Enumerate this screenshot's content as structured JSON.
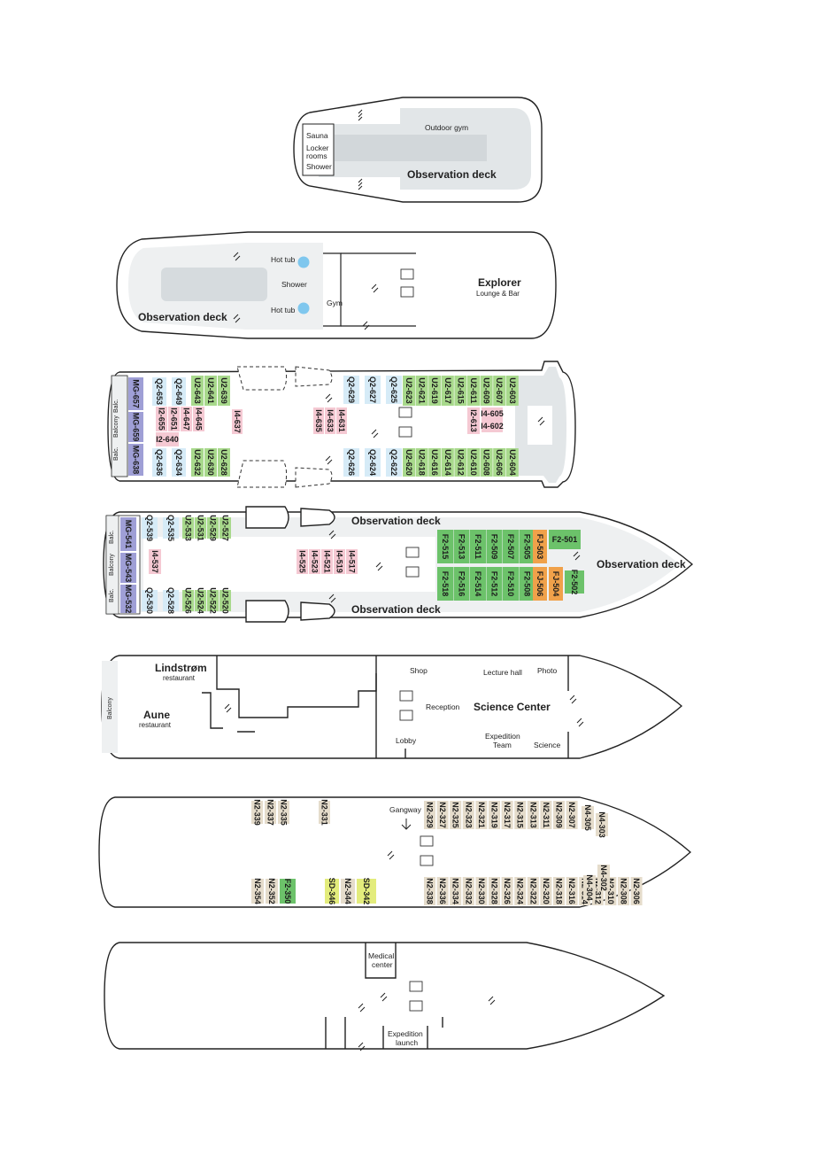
{
  "colors": {
    "deck_grey": "#e2e6e8",
    "cabin_blue_q": "#d6ebf7",
    "cabin_green_u": "#a8d98c",
    "cabin_pink_i": "#f5c9d3",
    "cabin_purple_mg": "#9f9fd6",
    "cabin_green_f": "#6cc26a",
    "cabin_orange_fj": "#f0a14a",
    "cabin_tan_n": "#e5dccb",
    "cabin_yellow_sd": "#e3ec7c",
    "hot_tub": "#7fc7ee"
  },
  "icon_names": [
    "elevator-icon",
    "stairs-icon",
    "hot-tub-icon"
  ],
  "decks": {
    "d1": {
      "sauna": "Sauna",
      "locker1": "Locker",
      "locker2": "rooms",
      "shower": "Shower",
      "outdoor_gym": "Outdoor gym",
      "observation": "Observation deck"
    },
    "d2": {
      "hot_tub": "Hot tub",
      "shower": "Shower",
      "gym": "Gym",
      "explorer": "Explorer",
      "explorer_sub": "Lounge & Bar",
      "observation": "Observation deck"
    },
    "d3": {
      "balc1": "Balc.",
      "balc2": "Balcony",
      "balc3": "Balc.",
      "cabins": [
        {
          "id": "MG-657",
          "c": "p"
        },
        {
          "id": "MG-659",
          "c": "p"
        },
        {
          "id": "MG-638",
          "c": "p"
        },
        {
          "id": "Q2-653",
          "c": "q"
        },
        {
          "id": "Q2-649",
          "c": "q"
        },
        {
          "id": "U2-643",
          "c": "g"
        },
        {
          "id": "U2-641",
          "c": "g"
        },
        {
          "id": "U2-639",
          "c": "g"
        },
        {
          "id": "I2-655",
          "c": "i"
        },
        {
          "id": "I2-651",
          "c": "i"
        },
        {
          "id": "I4-647",
          "c": "i"
        },
        {
          "id": "I4-645",
          "c": "i"
        },
        {
          "id": "I2-640",
          "c": "i"
        },
        {
          "id": "I4-637",
          "c": "i"
        },
        {
          "id": "Q2-636",
          "c": "q"
        },
        {
          "id": "Q2-634",
          "c": "q"
        },
        {
          "id": "U2-632",
          "c": "g"
        },
        {
          "id": "U2-630",
          "c": "g"
        },
        {
          "id": "U2-628",
          "c": "g"
        },
        {
          "id": "Q2-629",
          "c": "q"
        },
        {
          "id": "Q2-627",
          "c": "q"
        },
        {
          "id": "Q2-625",
          "c": "q"
        },
        {
          "id": "U2-623",
          "c": "g"
        },
        {
          "id": "U2-621",
          "c": "g"
        },
        {
          "id": "U2-619",
          "c": "g"
        },
        {
          "id": "U2-617",
          "c": "g"
        },
        {
          "id": "U2-615",
          "c": "g"
        },
        {
          "id": "U2-611",
          "c": "g"
        },
        {
          "id": "U2-609",
          "c": "g"
        },
        {
          "id": "U2-607",
          "c": "g"
        },
        {
          "id": "U2-603",
          "c": "g"
        },
        {
          "id": "I4-635",
          "c": "i"
        },
        {
          "id": "I4-633",
          "c": "i"
        },
        {
          "id": "I4-631",
          "c": "i"
        },
        {
          "id": "I2-613",
          "c": "i"
        },
        {
          "id": "I4-605",
          "c": "i"
        },
        {
          "id": "I4-602",
          "c": "i"
        },
        {
          "id": "Q2-626",
          "c": "q"
        },
        {
          "id": "Q2-624",
          "c": "q"
        },
        {
          "id": "Q2-622",
          "c": "q"
        },
        {
          "id": "U2-620",
          "c": "g"
        },
        {
          "id": "U2-618",
          "c": "g"
        },
        {
          "id": "U2-616",
          "c": "g"
        },
        {
          "id": "U2-614",
          "c": "g"
        },
        {
          "id": "U2-612",
          "c": "g"
        },
        {
          "id": "U2-610",
          "c": "g"
        },
        {
          "id": "U2-608",
          "c": "g"
        },
        {
          "id": "U2-606",
          "c": "g"
        },
        {
          "id": "U2-604",
          "c": "g"
        }
      ]
    },
    "d4": {
      "balc1": "Balc.",
      "balc2": "Balcony",
      "balc3": "Balc.",
      "observation_top": "Observation deck",
      "observation_bottom": "Observation deck",
      "observation_bow": "Observation deck",
      "cabins": [
        {
          "id": "MG-541",
          "c": "p"
        },
        {
          "id": "MG-543",
          "c": "p"
        },
        {
          "id": "MG-532",
          "c": "p"
        },
        {
          "id": "Q2-539",
          "c": "q"
        },
        {
          "id": "Q2-535",
          "c": "q"
        },
        {
          "id": "U2-533",
          "c": "g"
        },
        {
          "id": "U2-531",
          "c": "g"
        },
        {
          "id": "U2-529",
          "c": "g"
        },
        {
          "id": "U2-527",
          "c": "g"
        },
        {
          "id": "I4-537",
          "c": "i"
        },
        {
          "id": "Q2-530",
          "c": "q"
        },
        {
          "id": "Q2-528",
          "c": "q"
        },
        {
          "id": "U2-526",
          "c": "g"
        },
        {
          "id": "U2-524",
          "c": "g"
        },
        {
          "id": "U2-522",
          "c": "g"
        },
        {
          "id": "U2-520",
          "c": "g"
        },
        {
          "id": "I4-525",
          "c": "i"
        },
        {
          "id": "I4-523",
          "c": "i"
        },
        {
          "id": "I4-521",
          "c": "i"
        },
        {
          "id": "I4-519",
          "c": "i"
        },
        {
          "id": "I4-517",
          "c": "i"
        },
        {
          "id": "F2-515",
          "c": "f"
        },
        {
          "id": "F2-513",
          "c": "f"
        },
        {
          "id": "F2-511",
          "c": "f"
        },
        {
          "id": "F2-509",
          "c": "f"
        },
        {
          "id": "F2-507",
          "c": "f"
        },
        {
          "id": "F2-505",
          "c": "f"
        },
        {
          "id": "FJ-503",
          "c": "o"
        },
        {
          "id": "F2-501",
          "c": "f"
        },
        {
          "id": "F2-518",
          "c": "f"
        },
        {
          "id": "F2-516",
          "c": "f"
        },
        {
          "id": "F2-514",
          "c": "f"
        },
        {
          "id": "F2-512",
          "c": "f"
        },
        {
          "id": "F2-510",
          "c": "f"
        },
        {
          "id": "F2-508",
          "c": "f"
        },
        {
          "id": "FJ-506",
          "c": "o"
        },
        {
          "id": "FJ-504",
          "c": "o"
        },
        {
          "id": "F2-502",
          "c": "f"
        }
      ]
    },
    "d5": {
      "balcony": "Balcony",
      "lindstrom": "Lindstrøm",
      "lindstrom_sub": "restaurant",
      "aune": "Aune",
      "aune_sub": "restaurant",
      "shop": "Shop",
      "reception": "Reception",
      "lobby": "Lobby",
      "lecture_hall": "Lecture hall",
      "photo": "Photo",
      "science_center": "Science Center",
      "expedition1": "Expedition",
      "expedition2": "Team",
      "science": "Science"
    },
    "d6": {
      "gangway": "Gangway",
      "cabins": [
        {
          "id": "N2-339",
          "c": "n"
        },
        {
          "id": "N2-337",
          "c": "n"
        },
        {
          "id": "N2-335",
          "c": "n"
        },
        {
          "id": "N2-331",
          "c": "n"
        },
        {
          "id": "N2-329",
          "c": "n"
        },
        {
          "id": "N2-327",
          "c": "n"
        },
        {
          "id": "N2-325",
          "c": "n"
        },
        {
          "id": "N2-323",
          "c": "n"
        },
        {
          "id": "N2-321",
          "c": "n"
        },
        {
          "id": "N2-319",
          "c": "n"
        },
        {
          "id": "N2-317",
          "c": "n"
        },
        {
          "id": "N2-315",
          "c": "n"
        },
        {
          "id": "N2-313",
          "c": "n"
        },
        {
          "id": "N2-311",
          "c": "n"
        },
        {
          "id": "N2-309",
          "c": "n"
        },
        {
          "id": "N2-307",
          "c": "n"
        },
        {
          "id": "N4-305",
          "c": "n"
        },
        {
          "id": "N4-303",
          "c": "n"
        },
        {
          "id": "N2-354",
          "c": "n"
        },
        {
          "id": "N2-352",
          "c": "n"
        },
        {
          "id": "F2-350",
          "c": "f"
        },
        {
          "id": "SD-346",
          "c": "y"
        },
        {
          "id": "N2-344",
          "c": "n"
        },
        {
          "id": "SD-342",
          "c": "y"
        },
        {
          "id": "N2-338",
          "c": "n"
        },
        {
          "id": "N2-336",
          "c": "n"
        },
        {
          "id": "N2-334",
          "c": "n"
        },
        {
          "id": "N2-332",
          "c": "n"
        },
        {
          "id": "N2-330",
          "c": "n"
        },
        {
          "id": "N2-328",
          "c": "n"
        },
        {
          "id": "N2-326",
          "c": "n"
        },
        {
          "id": "N2-324",
          "c": "n"
        },
        {
          "id": "N2-322",
          "c": "n"
        },
        {
          "id": "N2-320",
          "c": "n"
        },
        {
          "id": "N2-318",
          "c": "n"
        },
        {
          "id": "N2-316",
          "c": "n"
        },
        {
          "id": "N2-314",
          "c": "n"
        },
        {
          "id": "N2-312",
          "c": "n"
        },
        {
          "id": "N2-310",
          "c": "n"
        },
        {
          "id": "N2-308",
          "c": "n"
        },
        {
          "id": "N2-306",
          "c": "n"
        },
        {
          "id": "N4-304",
          "c": "n"
        },
        {
          "id": "N4-302",
          "c": "n"
        }
      ]
    },
    "d7": {
      "medical1": "Medical",
      "medical2": "center",
      "launch1": "Expedition",
      "launch2": "launch"
    }
  }
}
